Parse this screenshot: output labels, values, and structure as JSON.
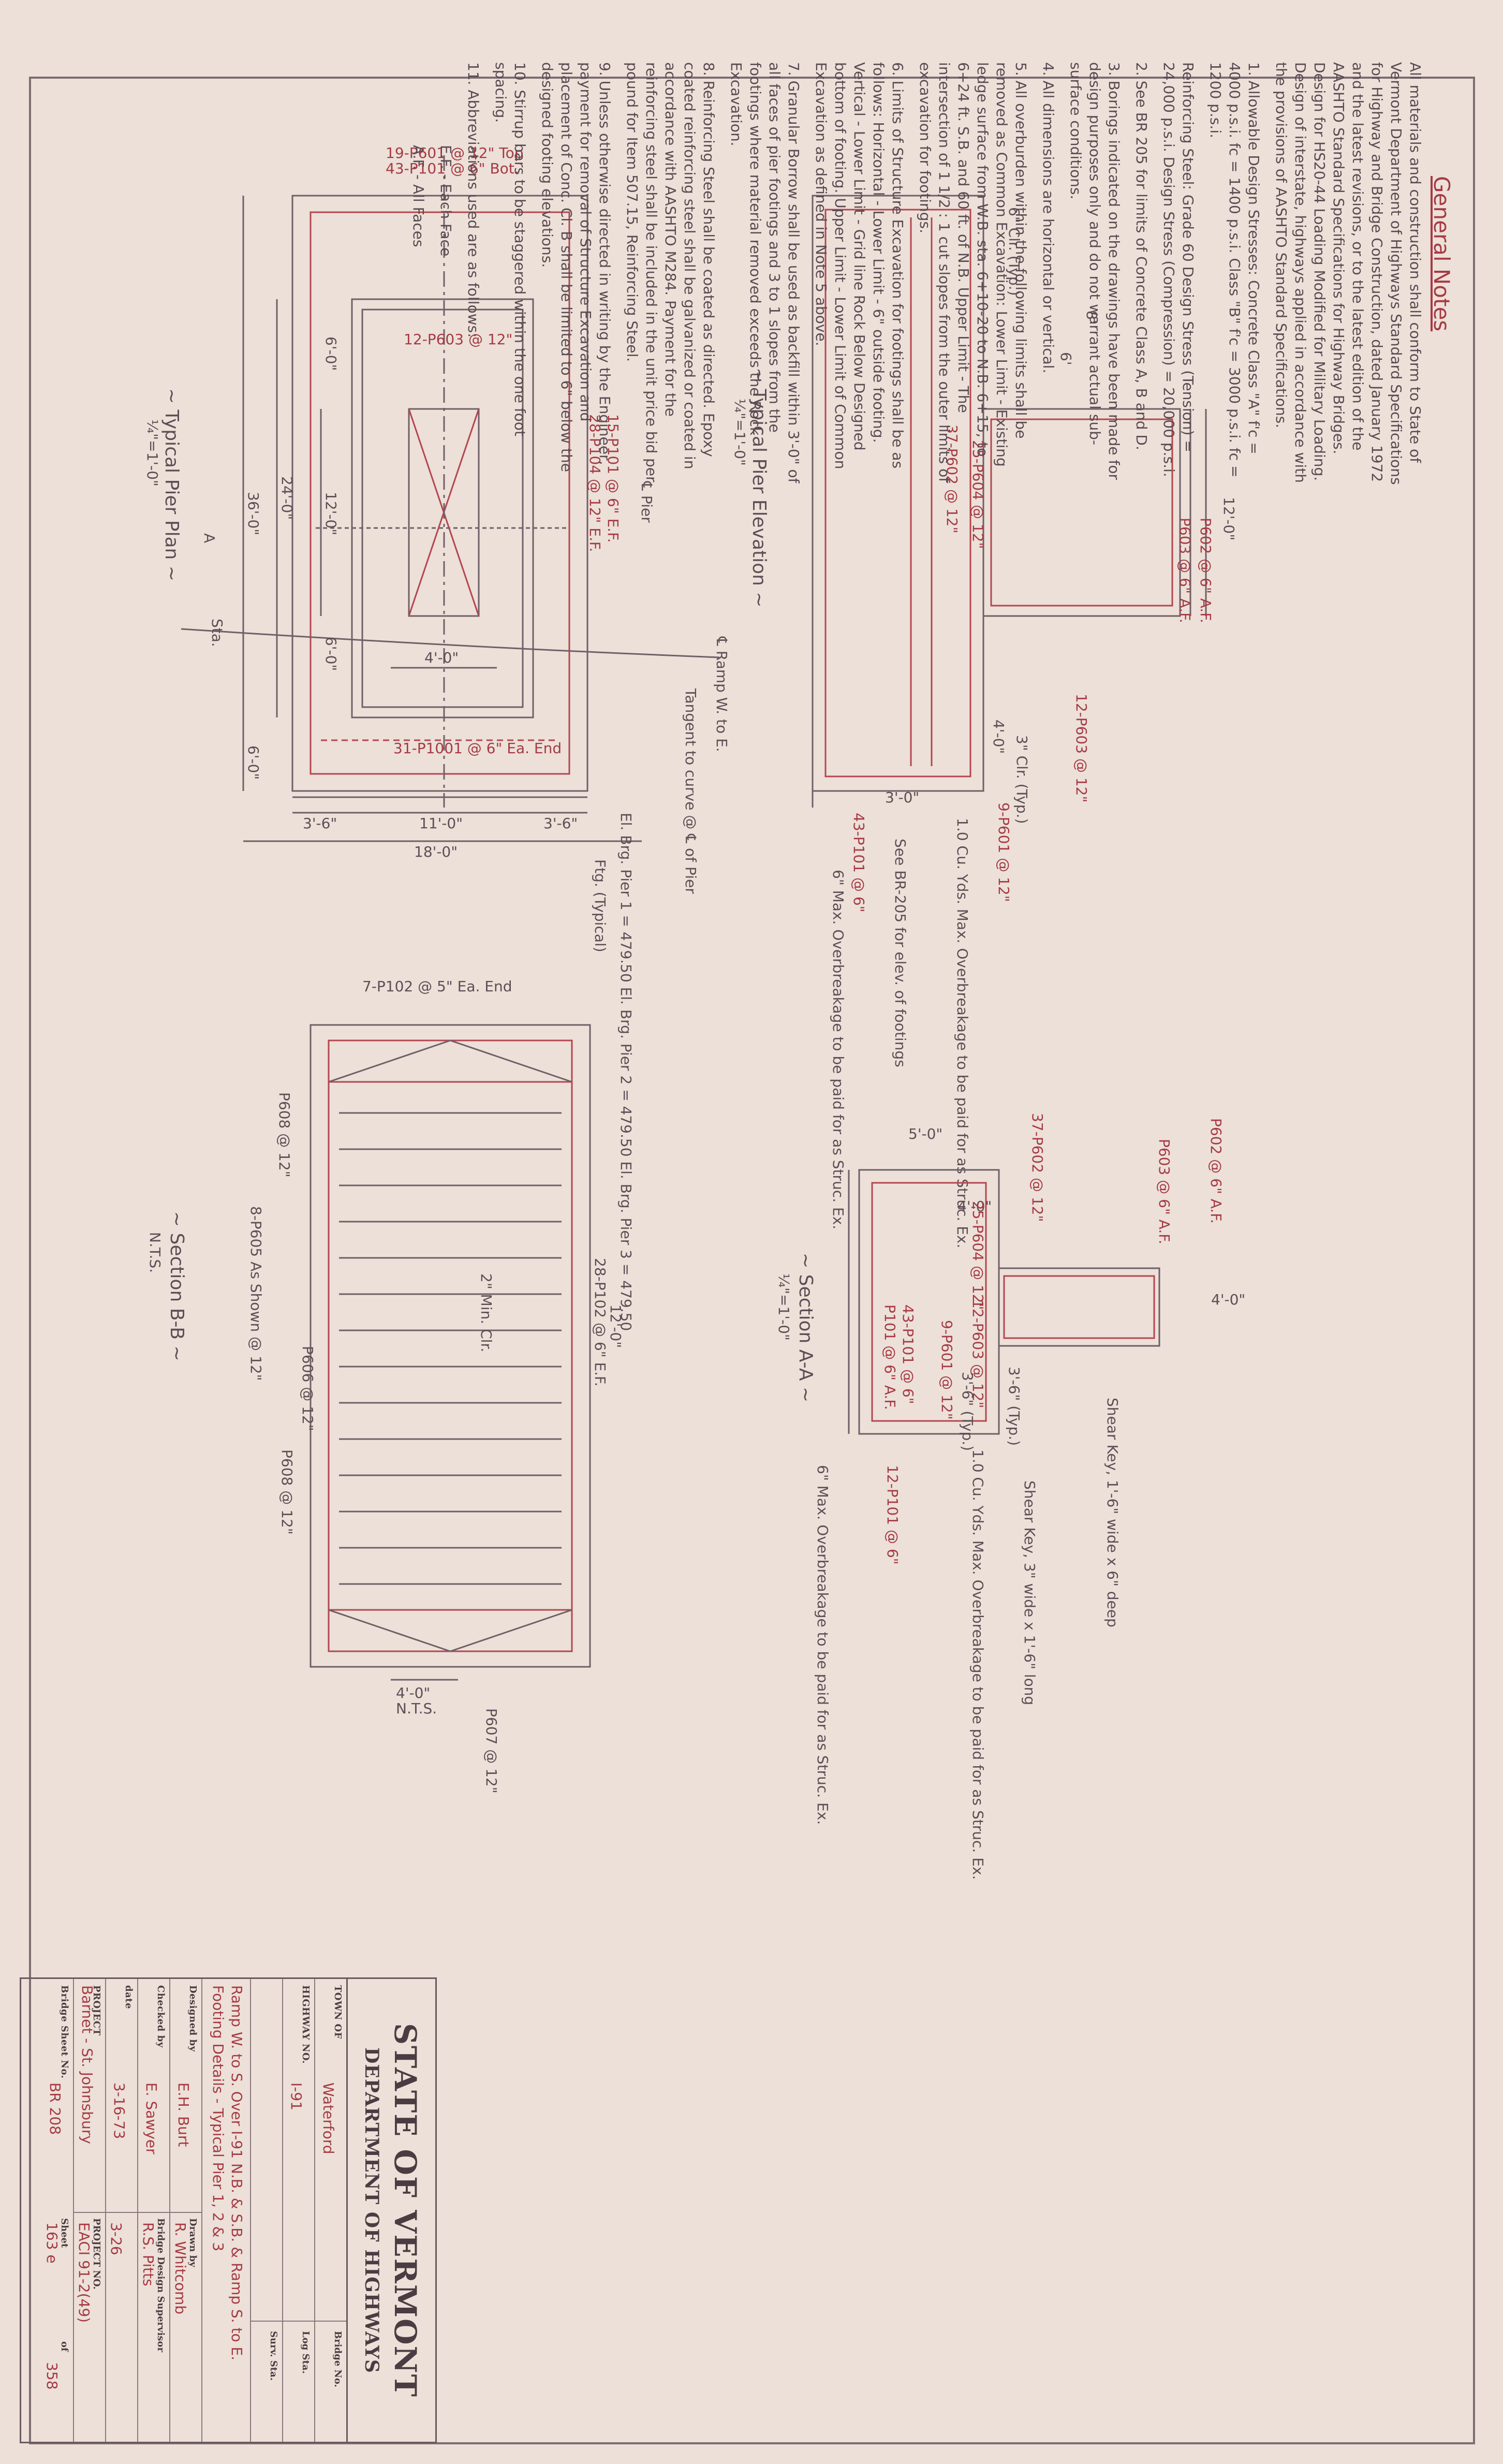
{
  "plan_title": "~ Typical Pier Plan ~",
  "plan_scale": "¼\"=1'-0\"",
  "elev_title": "~ Typical Pier Elevation ~",
  "elev_scale": "¼\"=1'-0\"",
  "section_aa_title": "~ Section A-A ~",
  "section_aa_scale": "¼\"=1'-0\"",
  "section_bb_title": "~ Section B-B ~",
  "section_bb_scale": "N.T.S.",
  "plan": {
    "bars_top": "19-P601 @ 12\" Top",
    "bars_bot": "43-P101 @ 6\" Bot.",
    "bar_mid": "12-P603 @ 12\"",
    "bars_side": "28-P104 @ 12\" E.F.",
    "bars_side2": "15-P101 @ 6\" E.F.",
    "bar_end": "31-P1001 @ 6\" Ea. End",
    "dim_36": "36'-0\"",
    "dim_24": "24'-0\"",
    "dim_12a": "12'-0\"",
    "dim_6a": "6'-0\"",
    "dim_6b": "6'-0\"",
    "dim_4": "4'-0\"",
    "dim_36b": "3'-6\"",
    "dim_36c": "3'-6\"",
    "dim_11": "11'-0\"",
    "dim_18": "18'-0\"",
    "dim_6c": "6'-0\"",
    "sta": "Sta.",
    "sec_a": "A",
    "pier_cl": "℄ Pier",
    "ramp_cl": "℄ Ramp W. to E.",
    "tangent": "Tangent to curve @ ℄ of Pier",
    "ftg": "Ftg. (Typical)",
    "elev_tbl": "El. Brg. Pier 1 = 479.50\nEl. Brg. Pier 2 = 479.50\nEl. Brg. Pier 3 = 479.50"
  },
  "elevation": {
    "dim_top": "12'-0\"",
    "bars_a": "P602 @ 6\" A.F.",
    "bars_b": "P603 @ 6\" A.F.",
    "bars_c": "37-P602 @ 12\"",
    "bars_d": "25-P604 @ 12\"",
    "bars_e": "12-P603 @ 12\"",
    "bars_f": "9-P601 @ 12\"",
    "bars_g": "43-P101 @ 6\"",
    "dim_3": "3'-0\"",
    "dim_4": "4'-0\"",
    "cl_typ": "3\" Clr. (Typ.)",
    "note_1": "1.0 Cu. Yds. Max. Overbreakage to be paid for as Struc. Ex.",
    "note_2": "6\" Max. Overbreakage to be paid for as Struc. Ex.",
    "see_br": "See BR-205 for elev. of footings",
    "dim_8": "8'",
    "dim_6": "6'",
    "dim_clr": "6\" Clr. (Typ.)"
  },
  "section_aa": {
    "dim_5": "5'-0\"",
    "dim_4": "4'-0\"",
    "dim_4b": "4'-0\"",
    "bars_a": "37-P602 @ 12\"",
    "bars_b": "25-P604 @ 12\"",
    "bars_c": "P602 @ 6\" A.F.",
    "bars_d": "P603 @ 6\" A.F.",
    "bars_e": "12-P603 @ 12\"",
    "bars_f": "9-P601 @ 12\"",
    "bars_g": "43-P101 @ 6\"",
    "bars_h": "P101 @ 6\" A.F.",
    "bars_i": "12-P101 @ 6\"",
    "key_a": "Shear Key, 1'-6\" wide x 6\" deep",
    "key_b": "Shear Key, 3\" wide x 1'-6\" long",
    "note_1": "1.0 Cu. Yds. Max. Overbreakage to be paid for as Struc. Ex.",
    "note_2": "6\" Max. Overbreakage to be paid for as Struc. Ex.",
    "dim_36": "3'-6\" (Typ.)",
    "dim_36b": "3'-6\" (Typ.)"
  },
  "section_bb": {
    "lbl_a": "7-P102 @ 5\" Ea. End",
    "lbl_b": "P608 @ 12\"",
    "lbl_c": "8-P605 As Shown @ 12\"",
    "lbl_d": "P606 @ 12\"",
    "lbl_e": "28-P102 @ 6\" E.F.",
    "lbl_f": "P608 @ 12\"",
    "lbl_g": "P607 @ 12\"",
    "dim_12": "12'-0\"",
    "dim_4": "4'-0\"",
    "dim_4nts": "N.T.S.",
    "clr": "2\" Min. Clr."
  },
  "notes": {
    "heading": "General Notes",
    "intro": "All materials and construction shall conform to State of Vermont Department of Highways Standard Specifications for Highway and Bridge Construction, dated January 1972 and the latest revisions, or to the latest edition of the AASHTO Standard Specifications for Highway Bridges. Design for HS20-44 Loading Modified for Military Loading. Design of interstate, highways applied in accordance with the provisions of AASHTO Standard Specifications.",
    "n1": "1. Allowable Design Stresses: Concrete Class \"A\" f'c = 4000 p.s.i. fc = 1400 p.s.i. Class \"B\" f'c = 3000 p.s.i. fc = 1200 p.s.i.",
    "n1b": "Reinforcing Steel: Grade 60 Design Stress (Tension) = 24,000 p.s.i. Design Stress (Compression) = 20,000 p.s.i.",
    "n2": "2. See BR 205 for limits of Concrete Class A, B and D.",
    "n3": "3. Borings indicated on the drawings have been made for design purposes only and do not warrant actual sub-surface conditions.",
    "n4": "4. All dimensions are horizontal or vertical.",
    "n5": "5. All overburden within the following limits shall be removed as Common Excavation: Lower Limit - Existing ledge surface from W.B. sta. 6+10-20 to N.B. 6+15, to 6+24 ft. S.B. and 60 ft. of N.B. Upper Limit - The intersection of 1 1/2 : 1 cut slopes from the outer limits of excavation for footings.",
    "n6": "6. Limits of Structure Excavation for footings shall be as follows: Horizontal - Lower Limit - 6\" outside footing. Vertical - Lower Limit - Grid line Rock Below Designed bottom of footing. Upper Limit - Lower Limit of Common Excavation as defined in Note 5 above.",
    "n7": "7. Granular Borrow shall be used as backfill within 3'-0\" of all faces of pier footings and 3 to 1 slopes from the footings where material removed exceeds the Rock Excavation.",
    "n8": "8. Reinforcing Steel shall be coated as directed. Epoxy coated reinforcing steel shall be galvanized or coated in accordance with AASHTO M284. Payment for the reinforcing steel shall be included in the unit price bid per pound for Item 507.15, Reinforcing Steel.",
    "n9": "9. Unless otherwise directed in writing by the Engineer, payment for removal of Structure Excavation and placement of Conc. Cl. B shall be limited to 6\" below the designed footing elevations.",
    "n10": "10. Stirrup bars to be staggered within the one foot spacing.",
    "n11": "11. Abbreviations used are as follows:",
    "ab1": "E.F. - Each Face",
    "ab2": "A.F. - All Faces"
  },
  "title_block": {
    "state": "STATE OF VERMONT",
    "dept": "DEPARTMENT OF HIGHWAYS",
    "town_label": "TOWN OF",
    "town": "Waterford",
    "bridge_no_label": "Bridge No.",
    "highway_label": "HIGHWAY NO.",
    "highway": "I-91",
    "log_sta_label": "Log Sta.",
    "survey_label": "Surv. Sta.",
    "desc": "Ramp W. to S. Over I-91 N.B. & S.B. & Ramp S. to E.",
    "desc2": "Footing Details - Typical Pier 1, 2 & 3",
    "drawn_label": "Drawn by",
    "drawn": "R. Whitcomb",
    "designed_label": "Designed by",
    "designed": "E.H. Burt",
    "checked_label": "Checked by",
    "checked": "E. Sawyer",
    "bds_label": "Bridge Design Supervisor",
    "bds": "R.S. Pitts",
    "date_label": "date",
    "date1": "3-16-73",
    "date2": "3-26",
    "project_label": "PROJECT",
    "project": "Barnet - St. Johnsbury",
    "project_no_label": "PROJECT NO.",
    "project_no": "EACI 91-2(49)",
    "sheet_label": "Bridge Sheet No.",
    "sheet_no": "BR 208",
    "sheet_of_label": "Sheet",
    "sheet_num": "163 e",
    "sheet_of": "of",
    "sheet_total": "358"
  }
}
